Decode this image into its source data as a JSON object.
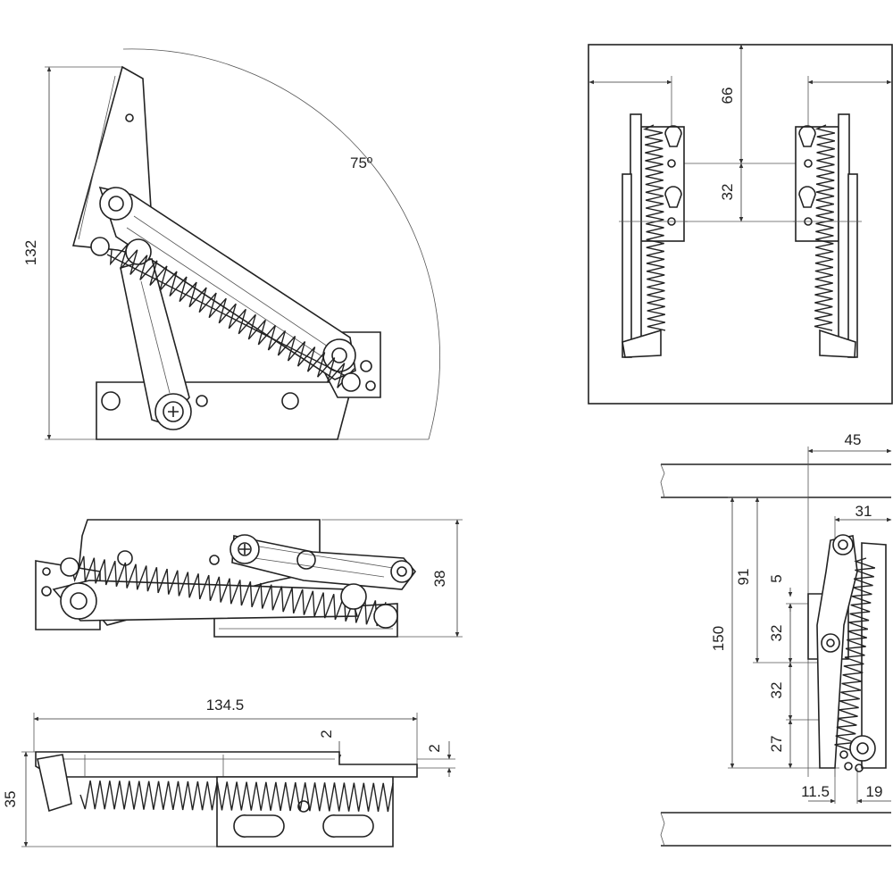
{
  "views": {
    "side_open": {
      "height_label": "132",
      "angle_label": "75º"
    },
    "side_closed": {
      "height_label": "38"
    },
    "top_view": {
      "width_label": "134.5",
      "height_label": "35",
      "offset_a_label": "2",
      "offset_b_label": "2"
    },
    "front_pair": {
      "top_label": "66",
      "spacing_label": "32"
    },
    "installation": {
      "width_label": "45",
      "inner_width_label": "31",
      "height_label": "150",
      "upper_label": "91",
      "small_label": "5",
      "hole_spacing_1_label": "32",
      "hole_spacing_2_label": "32",
      "bottom_label": "27",
      "left_offset_label": "11.5",
      "right_offset_label": "19"
    }
  }
}
